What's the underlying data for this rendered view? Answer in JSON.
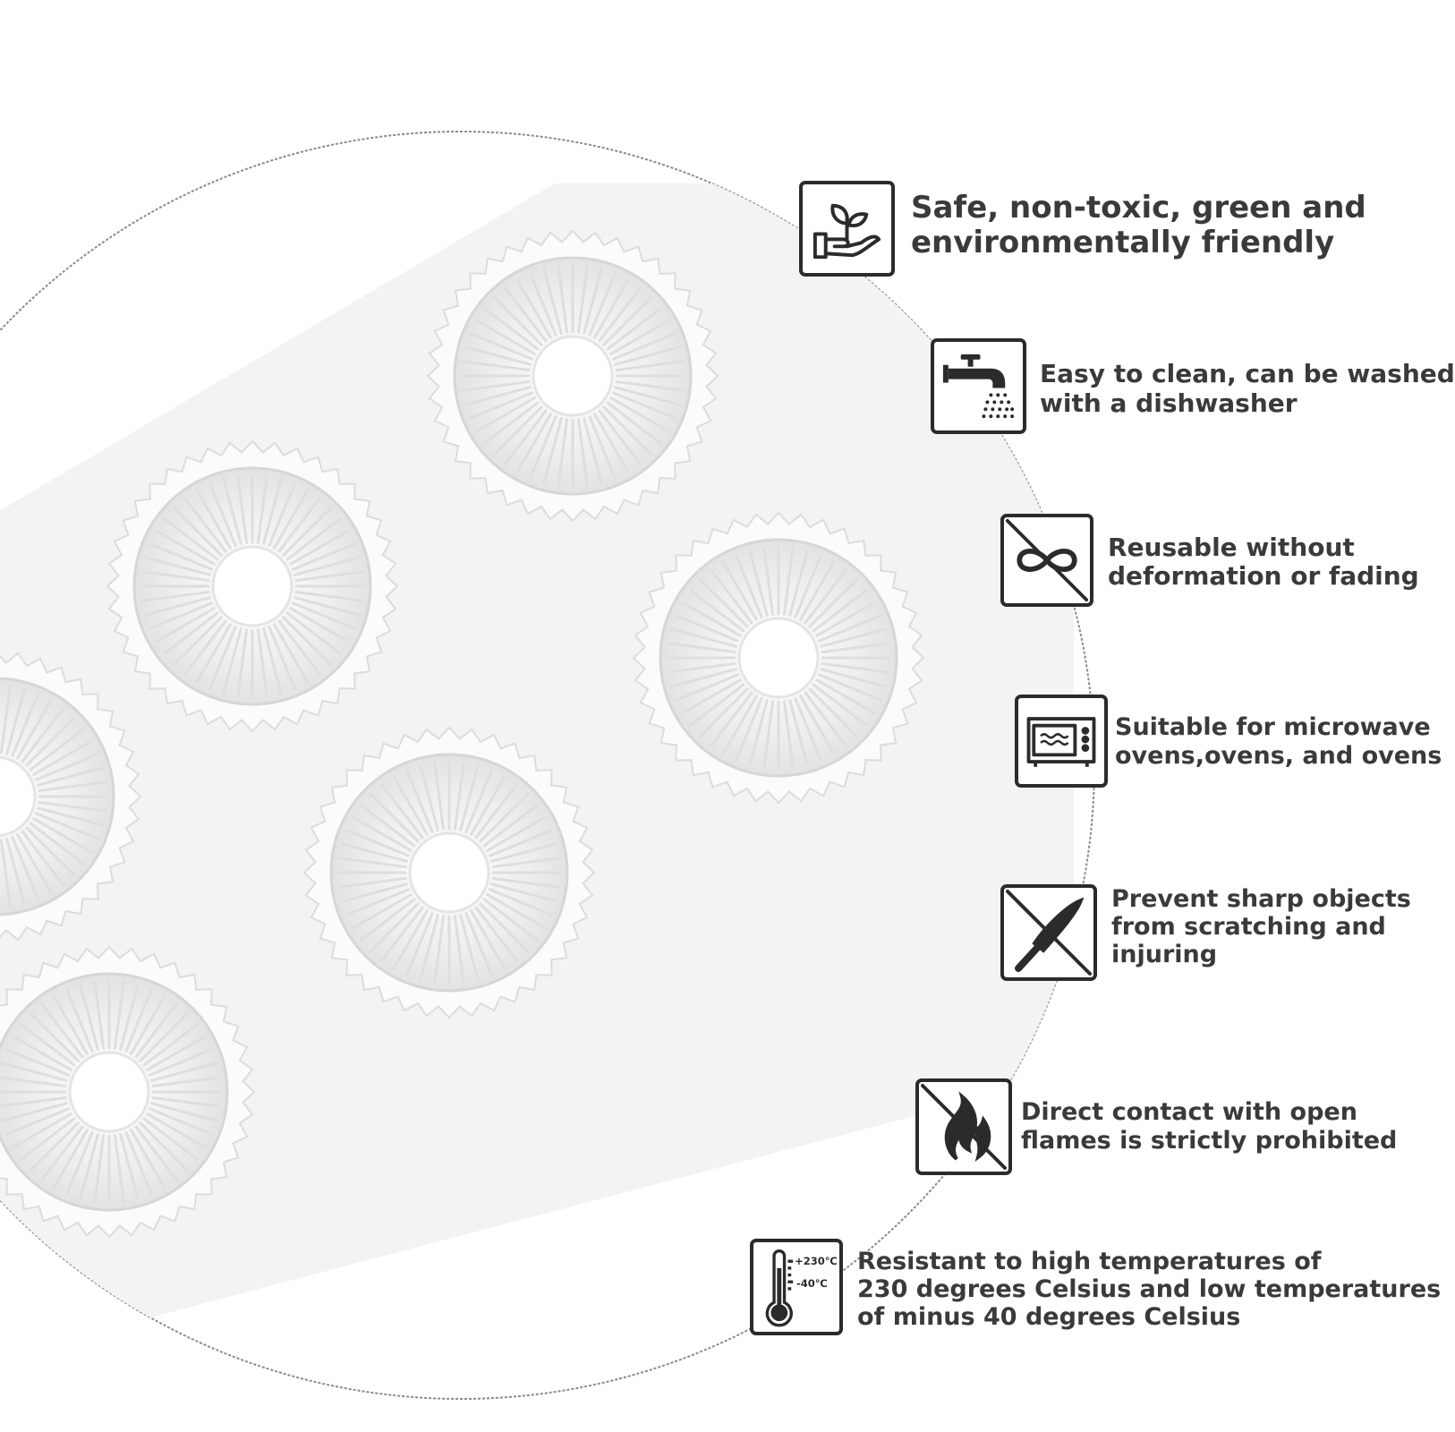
{
  "features": [
    {
      "icon": "plant-in-hand-icon",
      "lines": [
        "Safe, non-toxic, green and",
        "environmentally friendly"
      ]
    },
    {
      "icon": "faucet-water-icon",
      "lines": [
        "Easy to clean, can be washed",
        "with a dishwasher"
      ]
    },
    {
      "icon": "no-deformation-infinity-icon",
      "lines": [
        "Reusable without",
        "deformation or fading"
      ]
    },
    {
      "icon": "microwave-oven-icon",
      "lines": [
        "Suitable for microwave",
        "ovens,ovens, and ovens"
      ]
    },
    {
      "icon": "no-knife-icon",
      "lines": [
        "Prevent sharp objects",
        "from scratching and",
        "injuring"
      ]
    },
    {
      "icon": "no-flame-icon",
      "lines": [
        "Direct contact with open",
        "flames is strictly prohibited"
      ]
    },
    {
      "icon": "thermometer-icon",
      "lines": [
        "Resistant to high temperatures of",
        "230 degrees Celsius and low temperatures",
        "of minus 40 degrees Celsius"
      ]
    }
  ],
  "thermometer_labels": {
    "high": "+230℃",
    "low": "-40℃"
  },
  "colors": {
    "icon_stroke": "#2b2b2b",
    "text": "#3a3a3a",
    "mold": "#f3f3f3"
  }
}
